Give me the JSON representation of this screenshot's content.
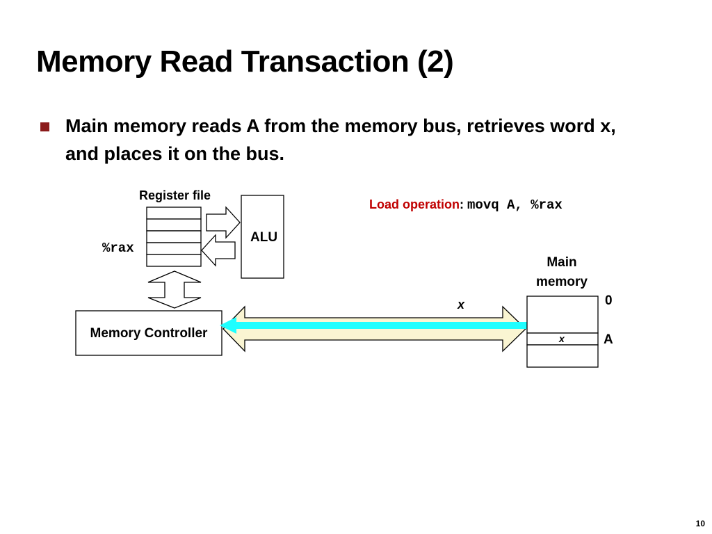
{
  "slide": {
    "title": "Memory Read Transaction (2)",
    "bullet": "Main memory reads A from the memory bus, retrieves word x, and places it on the bus.",
    "page_number": "10"
  },
  "diagram": {
    "register_file_label": "Register file",
    "register_name": "%rax",
    "alu_label": "ALU",
    "load_operation_label": "Load operation",
    "load_operation_colon": ":",
    "load_instruction": "movq A, %rax",
    "main_memory_label_line1": "Main",
    "main_memory_label_line2": "memory",
    "bus_value": "x",
    "memory_cell_value": "x",
    "address_zero": "0",
    "address_a": "A",
    "memory_controller_label": "Memory Controller"
  },
  "colors": {
    "bullet_marker": "#8b1a1a",
    "load_operation_text": "#c00000",
    "bus_fill": "#faf5d2",
    "data_arrow": "#1fffff"
  }
}
